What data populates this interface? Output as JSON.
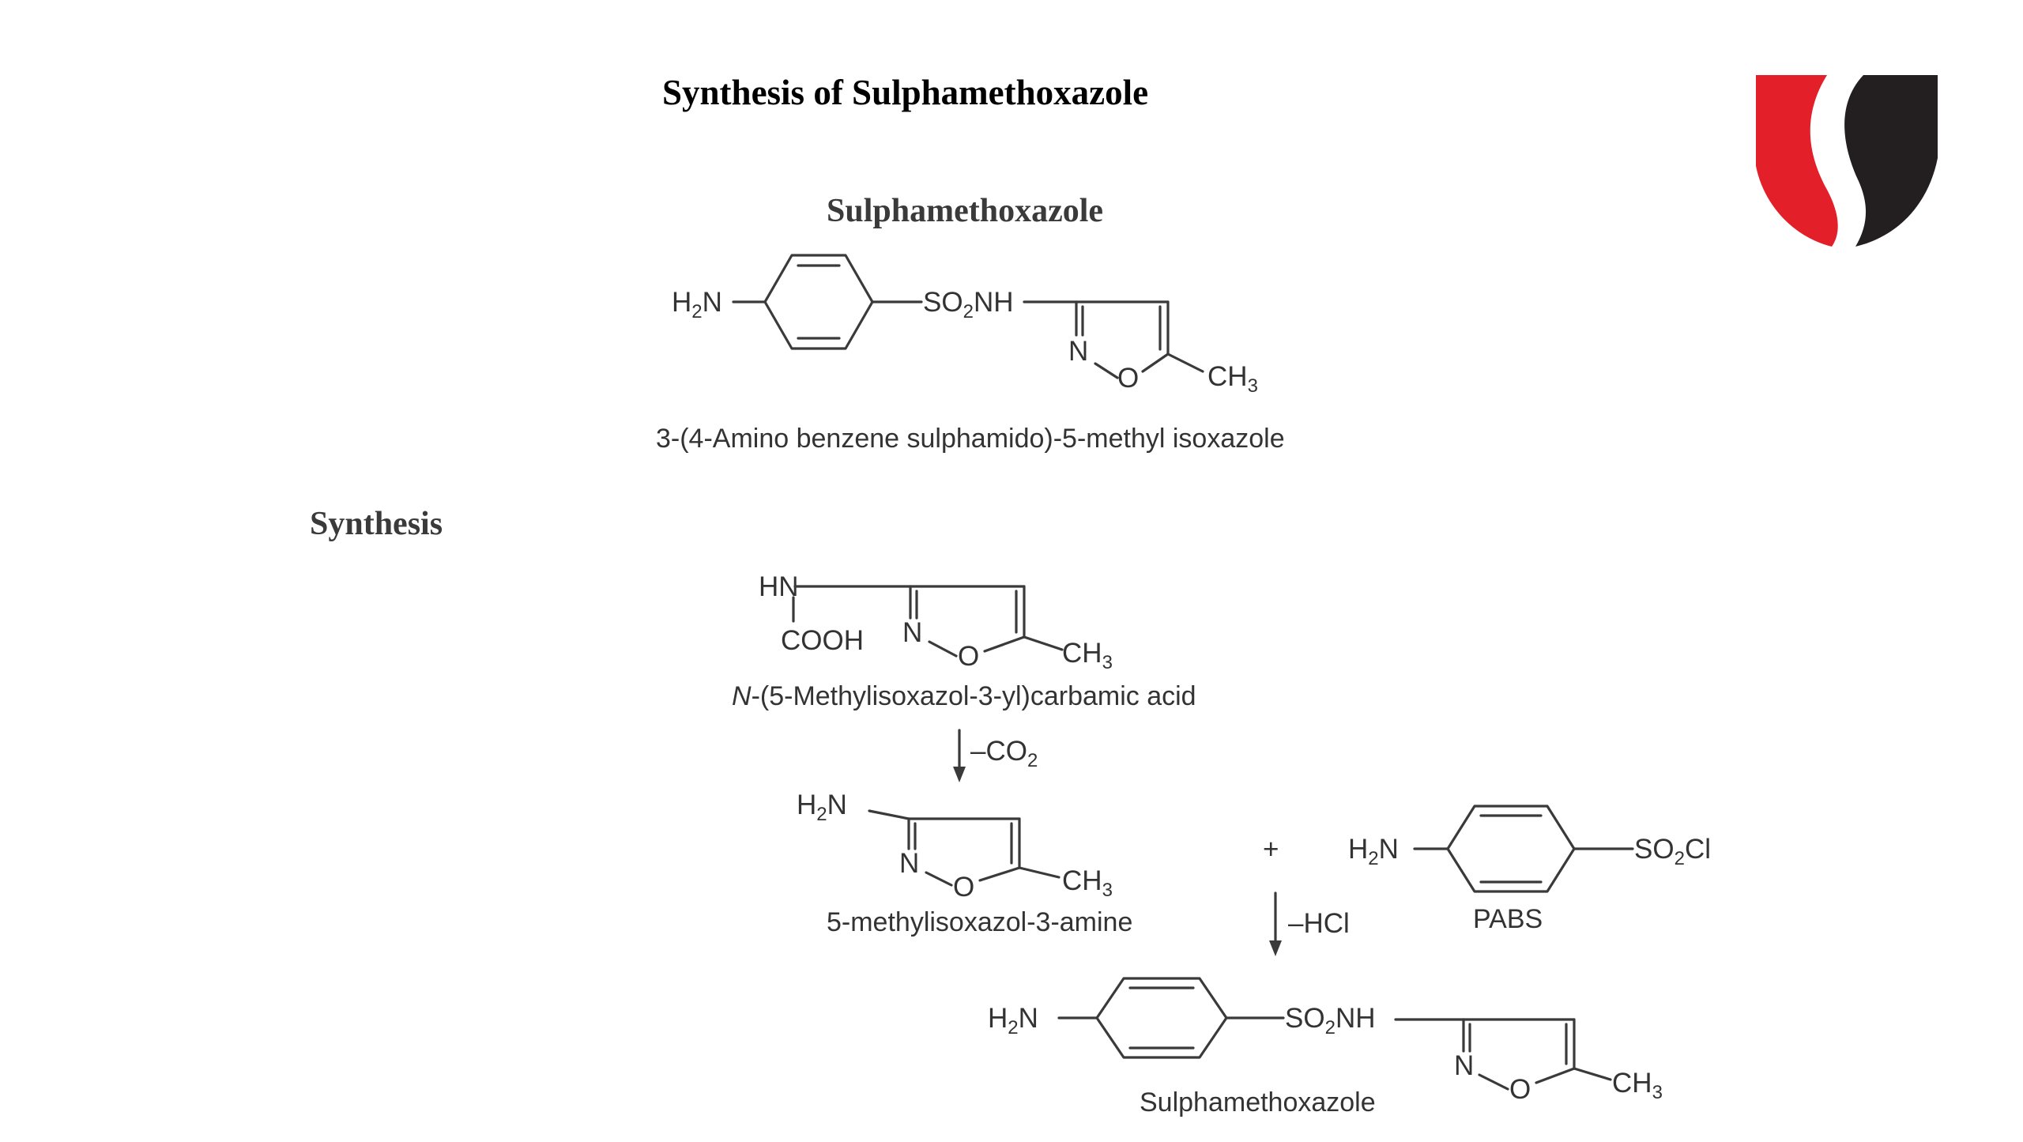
{
  "slide": {
    "title": "Synthesis of Sulphamethoxazole",
    "logo_icon": "s-shield-logo",
    "colors": {
      "logo_red": "#e3202a",
      "logo_black": "#231f20",
      "ink": "#333333"
    }
  },
  "drug": {
    "name": "Sulphamethoxazole",
    "caption": "3-(4-Amino benzene sulphamido)-5-methyl isoxazole",
    "groups": {
      "amine": "H2N",
      "sulfonamide": "SO2NH",
      "methyl": "CH3",
      "ring_n": "N",
      "ring_o": "O"
    }
  },
  "synthesis": {
    "heading": "Synthesis",
    "starting_material": {
      "name_italic": "N",
      "name_rest": "-(5-Methylisoxazol-3-yl)carbamic acid",
      "groups": {
        "hn": "HN",
        "acid": "COOH",
        "ring_n": "N",
        "ring_o": "O",
        "methyl": "CH3"
      }
    },
    "step1": {
      "reagent": "–CO2"
    },
    "intermediate": {
      "name": "5-methylisoxazol-3-amine",
      "groups": {
        "amine": "H2N",
        "ring_n": "N",
        "ring_o": "O",
        "methyl": "CH3"
      }
    },
    "plus": "+",
    "pabs": {
      "name": "PABS",
      "groups": {
        "amine": "H2N",
        "sulfonyl_chloride": "SO2Cl"
      }
    },
    "step2": {
      "reagent": "–HCl"
    },
    "product": {
      "name": "Sulphamethoxazole",
      "groups": {
        "amine": "H2N",
        "sulfonamide": "SO2NH",
        "ring_n": "N",
        "ring_o": "O",
        "methyl": "CH3"
      }
    }
  }
}
